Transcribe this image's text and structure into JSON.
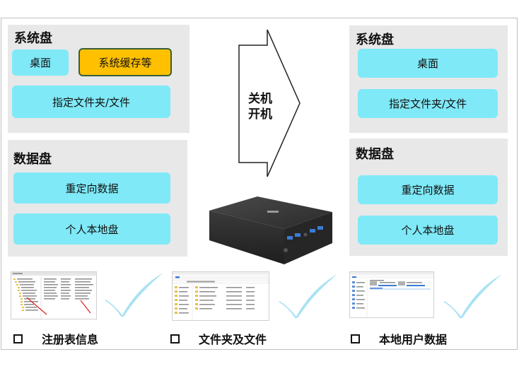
{
  "left_system": {
    "title": "系统盘",
    "items": [
      "桌面",
      "系统缓存等",
      "指定文件夹/文件"
    ]
  },
  "left_data": {
    "title": "数据盘",
    "items": [
      "重定向数据",
      "个人本地盘"
    ]
  },
  "arrow": {
    "line1": "关机",
    "line2": "开机"
  },
  "right_system": {
    "title": "系统盘",
    "items": [
      "桌面",
      "指定文件夹/文件"
    ]
  },
  "right_data": {
    "title": "数据盘",
    "items": [
      "重定向数据",
      "个人本地盘"
    ]
  },
  "captions": [
    "注册表信息",
    "文件夹及文件",
    "本地用户数据"
  ],
  "colors": {
    "panel": "#e8e8e8",
    "box": "#7fe9f7",
    "highlight": "#ffc000",
    "check": "#a9e2f3"
  }
}
